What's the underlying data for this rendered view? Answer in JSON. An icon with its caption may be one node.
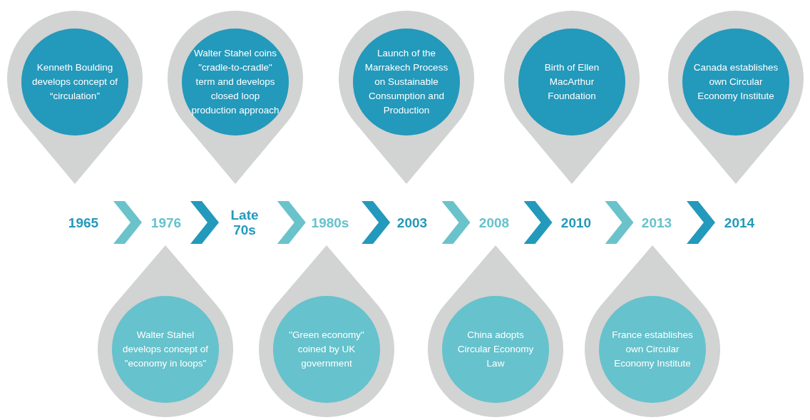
{
  "diagram": {
    "nodes": [
      {
        "text": [
          "Kenneth Boulding develops concept of “circulation”"
        ]
      },
      {
        "text": [
          "Walter Stahel coins \"cradle-to-cradle\" term and develops closed loop production approach"
        ]
      },
      {
        "text": [
          "Launch of the Marrakech Process on Sustainable Consumption and Production"
        ]
      },
      {
        "text": [
          "Birth of Ellen MacArthur Foundation"
        ]
      },
      {
        "text": [
          "Canada establishes own Circular Economy Institute"
        ]
      },
      {
        "text": [
          "1965"
        ]
      },
      {
        "text": [
          "1976"
        ]
      },
      {
        "text": [
          "Late 70s"
        ]
      },
      {
        "text": [
          "1980s"
        ]
      },
      {
        "text": [
          "2003"
        ]
      },
      {
        "text": [
          "2008"
        ]
      },
      {
        "text": [
          "2010"
        ]
      },
      {
        "text": [
          "2013"
        ]
      },
      {
        "text": [
          "2014"
        ]
      },
      {
        "text": [
          "Walter Stahel develops concept of \"economy in loops\""
        ]
      },
      {
        "text": [
          "\"Green economy\" coined by UK government"
        ]
      },
      {
        "text": [
          "China adopts Circular Economy Law"
        ]
      },
      {
        "text": [
          "France establishes own Circular Economy Institute"
        ]
      }
    ],
    "edges": [
      {
        "from": 5,
        "to": 6,
        "arrow": "to"
      },
      {
        "from": 6,
        "to": 7,
        "arrow": "to",
        "color": "#2399bb"
      },
      {
        "from": 7,
        "to": 8,
        "arrow": "to"
      },
      {
        "from": 8,
        "to": 9,
        "arrow": "to",
        "color": "#2399bb"
      },
      {
        "from": 9,
        "to": 10,
        "arrow": "to"
      },
      {
        "from": 10,
        "to": 11,
        "arrow": "to",
        "color": "#2399bb"
      },
      {
        "from": 11,
        "to": 12,
        "arrow": "to"
      },
      {
        "from": 12,
        "to": 13,
        "arrow": "to",
        "color": "#2399bb"
      }
    ]
  }
}
